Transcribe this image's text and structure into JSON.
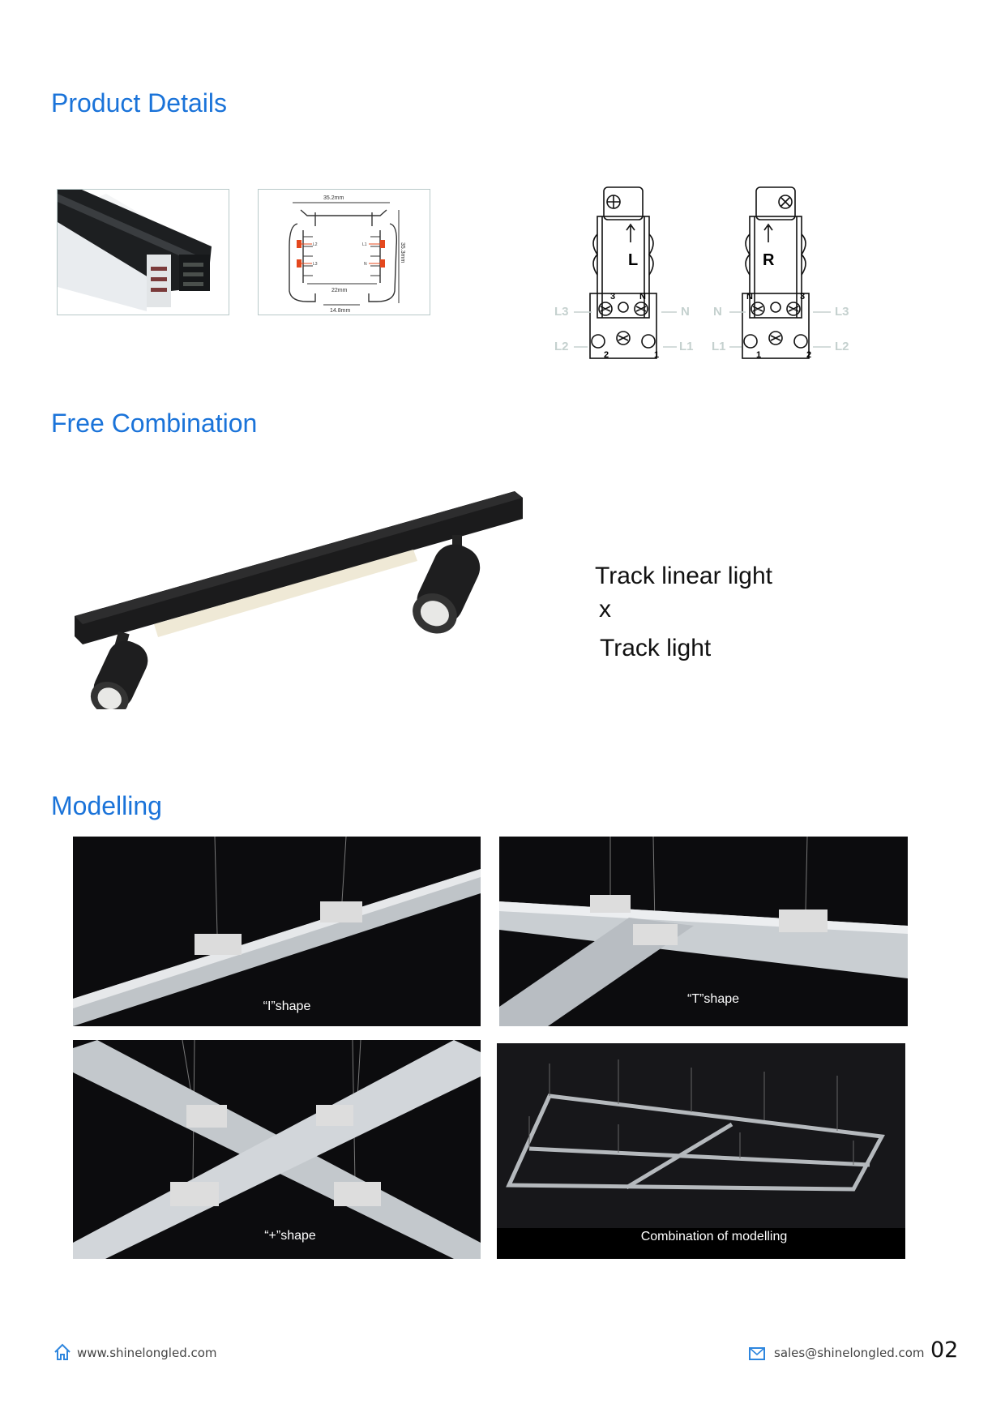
{
  "sections": {
    "product_details": "Product Details",
    "free_combination": "Free Combination",
    "modelling": "Modelling"
  },
  "profile_diagram": {
    "width_top": "35.2mm",
    "height": "35.3mm",
    "inner_width": "22mm",
    "opening": "14.8mm",
    "labels": [
      "L2",
      "L1",
      "L3",
      "N"
    ]
  },
  "connectors": {
    "left": {
      "mark": "L",
      "labels": {
        "top_left": "L3",
        "top_right": "N",
        "bottom_left": "L2",
        "bottom_right": "L1"
      },
      "terminals": [
        "3",
        "N",
        "2",
        "1"
      ]
    },
    "right": {
      "mark": "R",
      "labels": {
        "top_left": "N",
        "top_right": "L3",
        "bottom_left": "L1",
        "bottom_right": "L2"
      },
      "terminals": [
        "N",
        "3",
        "1",
        "2"
      ]
    }
  },
  "combination": {
    "line1": "Track linear light",
    "line2": "x",
    "line3": "Track light"
  },
  "modelling": [
    {
      "caption": "“I”shape"
    },
    {
      "caption": "“T”shape"
    },
    {
      "caption": "“+”shape"
    },
    {
      "caption": "Combination of modelling"
    }
  ],
  "footer": {
    "website": "www.shinelongled.com",
    "email": "sales@shinelongled.com",
    "page": "02",
    "icons": [
      "home-icon",
      "mail-icon"
    ]
  },
  "colors": {
    "accent": "#1a73d9",
    "photo_bg": "#0c0c0e"
  }
}
